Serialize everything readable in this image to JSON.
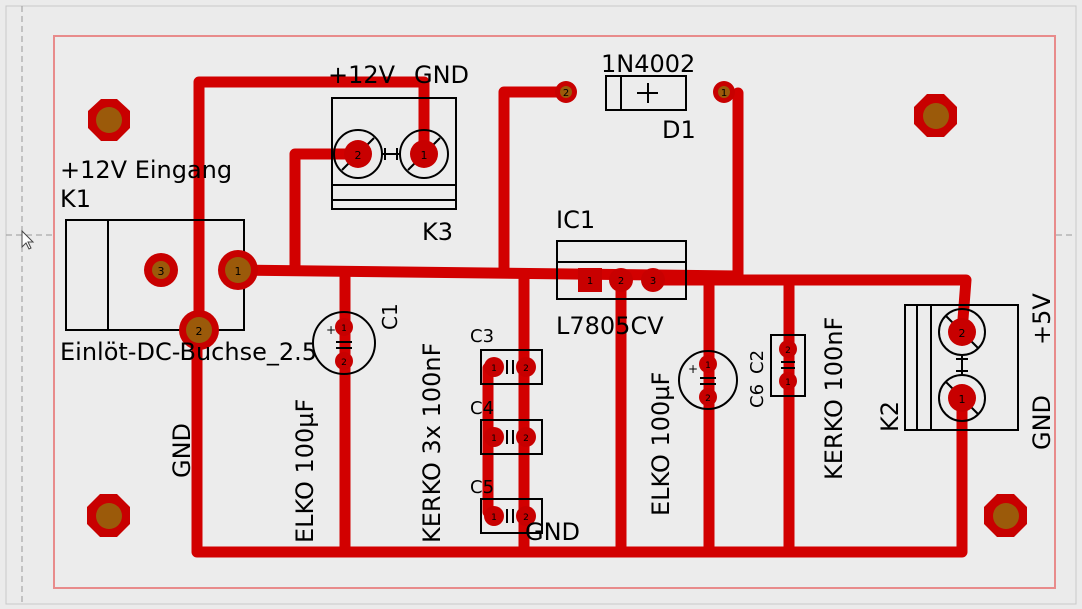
{
  "colors": {
    "background": "#ebebeb",
    "board_outline": "#e88b8b",
    "trace": "#d20000",
    "copper": "#c80000",
    "drill": "#9b5a0a",
    "silkscreen": "#000000"
  },
  "labels": {
    "plus12v": "+12V",
    "gnd_top": "GND",
    "d1_value": "1N4002",
    "d1_ref": "D1",
    "k3_ref": "K3",
    "ic1_ref": "IC1",
    "ic1_value": "L7805CV",
    "k1_desc": "+12V Eingang",
    "k1_ref": "K1",
    "k1_value": "Einlöt-DC-Buchse_2.5",
    "c1_ref": "C1",
    "c3_ref": "C3",
    "c4_ref": "C4",
    "c5_ref": "C5",
    "c6_ref": "C6",
    "c2_ref": "C2",
    "gnd_left": "GND",
    "elko1": "ELKO 100µF",
    "kerko3x": "KERKO 3x 100nF",
    "gnd_mid": "GND",
    "elko2": "ELKO 100µF",
    "kerko1": "KERKO 100nF",
    "k2_ref": "K2",
    "plus5v": "+5V",
    "gnd_right": "GND"
  },
  "pins": {
    "p1": "1",
    "p2": "2",
    "p3": "3",
    "plus": "+"
  }
}
